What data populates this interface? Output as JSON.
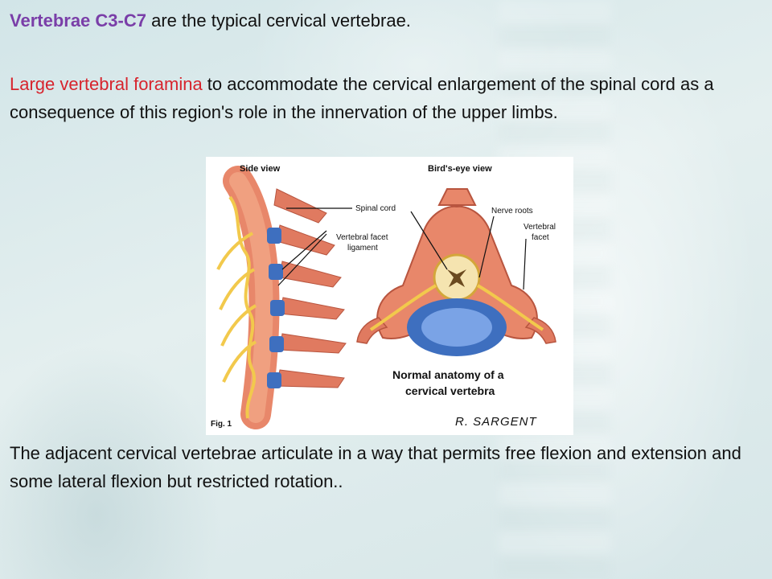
{
  "paragraph1": {
    "highlight": "Vertebrae C3-C7",
    "rest": " are the typical cervical vertebrae."
  },
  "paragraph2": {
    "highlight": "Large vertebral foramina",
    "rest": " to accommodate the cervical enlargement of the spinal cord as a consequence of this region's role in the innervation of the upper limbs."
  },
  "paragraph3": {
    "text": "The adjacent cervical vertebrae articulate in a way that permits free flexion and extension and some lateral flexion but restricted rotation.."
  },
  "figure": {
    "side_view_title": "Side view",
    "birds_eye_title": "Bird's-eye view",
    "label_spinal_cord": "Spinal cord",
    "label_facet_ligament_1": "Vertebral facet",
    "label_facet_ligament_2": "ligament",
    "label_nerve_roots": "Nerve roots",
    "label_vertebral_facet_1": "Vertebral",
    "label_vertebral_facet_2": "facet",
    "caption_1": "Normal anatomy of a",
    "caption_2": "cervical vertebra",
    "fig_number": "Fig. 1",
    "signature": "R. SARGENT"
  },
  "colors": {
    "highlight_purple": "#7a3ea8",
    "highlight_red": "#d7242d",
    "bone": "#e8876a",
    "disc_blue": "#5b86d6",
    "nerve_yellow": "#f2c94c"
  }
}
